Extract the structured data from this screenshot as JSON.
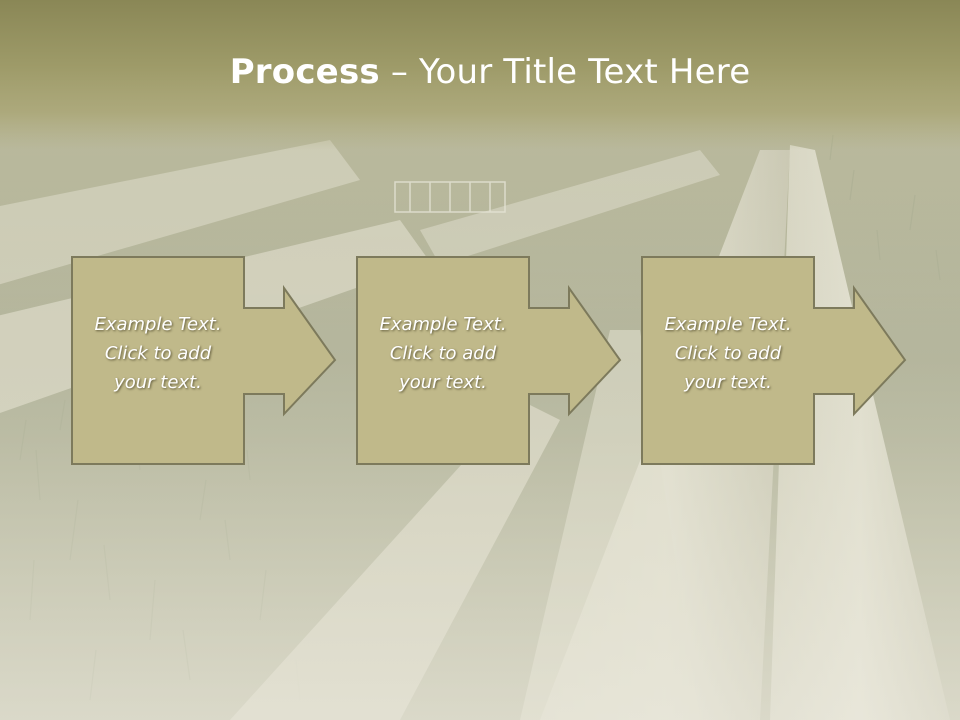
{
  "slide": {
    "title_bold": "Process",
    "title_rest": " – Your Title Text Here",
    "colors": {
      "title_band": "#8d8a5a",
      "box_fill": "#c0b98a",
      "box_border": "#7d7a5c",
      "text": "#ffffff"
    },
    "steps": [
      {
        "text": "Example Text.\nClick  to add\nyour text."
      },
      {
        "text": "Example Text.\nClick  to add\nyour text."
      },
      {
        "text": "Example Text.\nClick  to add\nyour text."
      }
    ]
  }
}
